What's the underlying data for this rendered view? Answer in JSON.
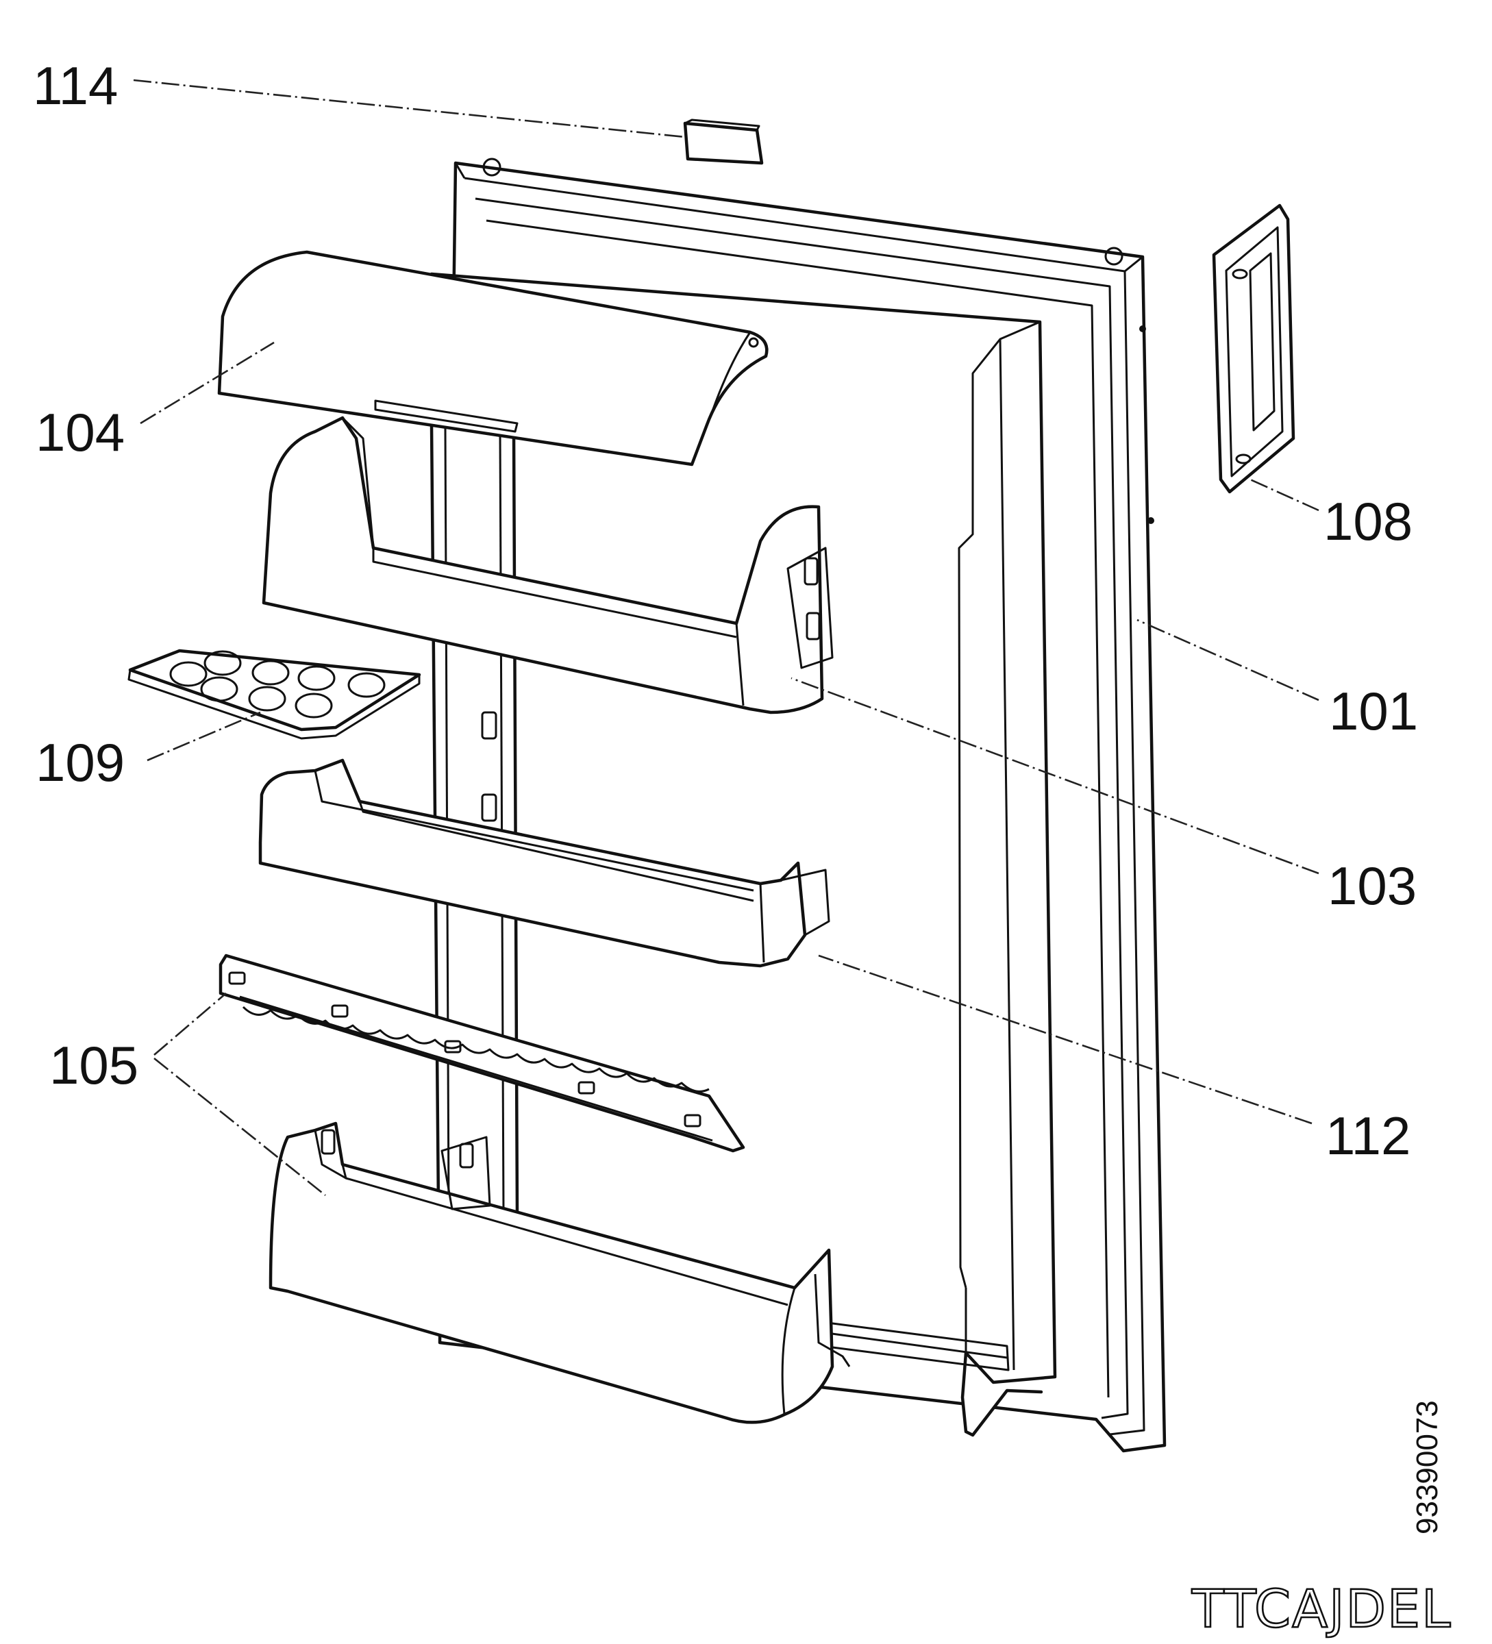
{
  "diagram": {
    "callouts": {
      "c114": "114",
      "c104": "104",
      "c108": "108",
      "c101": "101",
      "c109": "109",
      "c103": "103",
      "c105": "105",
      "c112": "112"
    },
    "drawing_code": "93390073",
    "model_code": "TTCAJDEL"
  }
}
